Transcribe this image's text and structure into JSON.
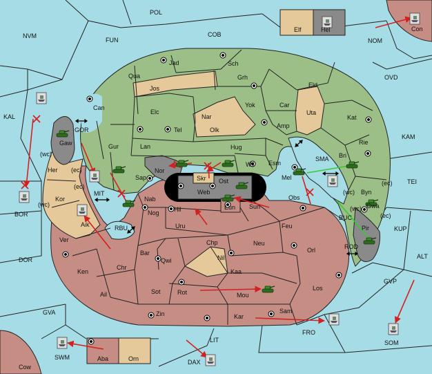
{
  "colors": {
    "sea": "#a6dce6",
    "green": "#9bbf86",
    "tan": "#e6c99a",
    "red": "#c58d84",
    "grey": "#8a8a8a",
    "dark": "#000000",
    "order_red": "#d42020",
    "order_green": "#33cc33"
  },
  "seas": [
    {
      "id": "POL",
      "label": "POL"
    },
    {
      "id": "NVM",
      "label": "NVM"
    },
    {
      "id": "FUN",
      "label": "FUN"
    },
    {
      "id": "COB",
      "label": "COB"
    },
    {
      "id": "NOM",
      "label": "NOM"
    },
    {
      "id": "OVD",
      "label": "OVD"
    },
    {
      "id": "KAL",
      "label": "KAL"
    },
    {
      "id": "KAM",
      "label": "KAM"
    },
    {
      "id": "GOR",
      "label": "GOR"
    },
    {
      "id": "SMA",
      "label": "SMA"
    },
    {
      "id": "TEI",
      "label": "TEI"
    },
    {
      "id": "MIT",
      "label": "MIT"
    },
    {
      "id": "BOR",
      "label": "BOR"
    },
    {
      "id": "RBU",
      "label": "RBU"
    },
    {
      "id": "BUC",
      "label": "BUC"
    },
    {
      "id": "KUP",
      "label": "KUP"
    },
    {
      "id": "DOR",
      "label": "DOR"
    },
    {
      "id": "ROD",
      "label": "ROD"
    },
    {
      "id": "ALT",
      "label": "ALT"
    },
    {
      "id": "GVP",
      "label": "GVP"
    },
    {
      "id": "GVA",
      "label": "GVA"
    },
    {
      "id": "FRO",
      "label": "FRO"
    },
    {
      "id": "SOM",
      "label": "SOM"
    },
    {
      "id": "LIT",
      "label": "LIT"
    },
    {
      "id": "SWM",
      "label": "SWM"
    },
    {
      "id": "DAX",
      "label": "DAX"
    }
  ],
  "provinces": [
    {
      "id": "Elf",
      "label": "Elf"
    },
    {
      "id": "Hel",
      "label": "Hel"
    },
    {
      "id": "Con",
      "label": "Con"
    },
    {
      "id": "Cow",
      "label": "Cow"
    },
    {
      "id": "Jad",
      "label": "Jad"
    },
    {
      "id": "Sch",
      "label": "Sch"
    },
    {
      "id": "Qua",
      "label": "Qua"
    },
    {
      "id": "Jos",
      "label": "Jos"
    },
    {
      "id": "Grh",
      "label": "Grh"
    },
    {
      "id": "Eld",
      "label": "Eld"
    },
    {
      "id": "Can",
      "label": "Can"
    },
    {
      "id": "Yok",
      "label": "Yok"
    },
    {
      "id": "Car",
      "label": "Car"
    },
    {
      "id": "Uta",
      "label": "Uta"
    },
    {
      "id": "Elc",
      "label": "Elc"
    },
    {
      "id": "Nar",
      "label": "Nar"
    },
    {
      "id": "Olk",
      "label": "Olk"
    },
    {
      "id": "Amp",
      "label": "Amp"
    },
    {
      "id": "Kat",
      "label": "Kat"
    },
    {
      "id": "Tel",
      "label": "Tel"
    },
    {
      "id": "Gaw",
      "label": "Gaw"
    },
    {
      "id": "Gur",
      "label": "Gur"
    },
    {
      "id": "Lan",
      "label": "Lan"
    },
    {
      "id": "Hug",
      "label": "Hug"
    },
    {
      "id": "Rie",
      "label": "Rie"
    },
    {
      "id": "Her",
      "label": "Her"
    },
    {
      "id": "Nor",
      "label": "Nor"
    },
    {
      "id": "Skr",
      "label": "Skr"
    },
    {
      "id": "Wil",
      "label": "Wil"
    },
    {
      "id": "Esm",
      "label": "Esm"
    },
    {
      "id": "Bri",
      "label": "Bri"
    },
    {
      "id": "Sap",
      "label": "Sap"
    },
    {
      "id": "Ost",
      "label": "Ost"
    },
    {
      "id": "Web",
      "label": "Web"
    },
    {
      "id": "Mel",
      "label": "Mel"
    },
    {
      "id": "Kor",
      "label": "Kor"
    },
    {
      "id": "Nab",
      "label": "Nab"
    },
    {
      "id": "Eun",
      "label": "Eun"
    },
    {
      "id": "Sun",
      "label": "Sun"
    },
    {
      "id": "Obs",
      "label": "Obs"
    },
    {
      "id": "Byn",
      "label": "Byn"
    },
    {
      "id": "Gwa",
      "label": "Gwa"
    },
    {
      "id": "Aik",
      "label": "Aik"
    },
    {
      "id": "Nog",
      "label": "Nog"
    },
    {
      "id": "Hil",
      "label": "Hil"
    },
    {
      "id": "Uru",
      "label": "Uru"
    },
    {
      "id": "Feu",
      "label": "Feu"
    },
    {
      "id": "Pir",
      "label": "Pir"
    },
    {
      "id": "Ver",
      "label": "Ver"
    },
    {
      "id": "Chp",
      "label": "Chp"
    },
    {
      "id": "Neu",
      "label": "Neu"
    },
    {
      "id": "Orl",
      "label": "Orl"
    },
    {
      "id": "Bar",
      "label": "Bar"
    },
    {
      "id": "Qwi",
      "label": "Qwi"
    },
    {
      "id": "Nil",
      "label": "Nil"
    },
    {
      "id": "Chr",
      "label": "Chr"
    },
    {
      "id": "Ken",
      "label": "Ken"
    },
    {
      "id": "Kaa",
      "label": "Kaa"
    },
    {
      "id": "Ail",
      "label": "Ail"
    },
    {
      "id": "Sot",
      "label": "Sot"
    },
    {
      "id": "Rot",
      "label": "Rot"
    },
    {
      "id": "Mou",
      "label": "Mou"
    },
    {
      "id": "Los",
      "label": "Los"
    },
    {
      "id": "Zin",
      "label": "Zin"
    },
    {
      "id": "Kar",
      "label": "Kar"
    },
    {
      "id": "Sam",
      "label": "Sam"
    },
    {
      "id": "Aba",
      "label": "Aba"
    },
    {
      "id": "Orn",
      "label": "Orn"
    }
  ],
  "coast_tags": {
    "gaw_wc": "(wc)",
    "her_ec": "(ec)",
    "kor_ec": "(ec)",
    "kor_wc": "(wc)",
    "byn_wc": "(wc)",
    "byn_ec": "(ec)",
    "gwa_wc": "(wc)",
    "gwa_ec": "(ec)"
  },
  "icons": {
    "army": "tank-icon",
    "fleet": "ship-icon",
    "supply": "supply-center-icon",
    "move": "move-arrow-icon",
    "support": "support-line-icon",
    "cut": "cut-cross-icon",
    "canal": "double-arrow-icon"
  }
}
